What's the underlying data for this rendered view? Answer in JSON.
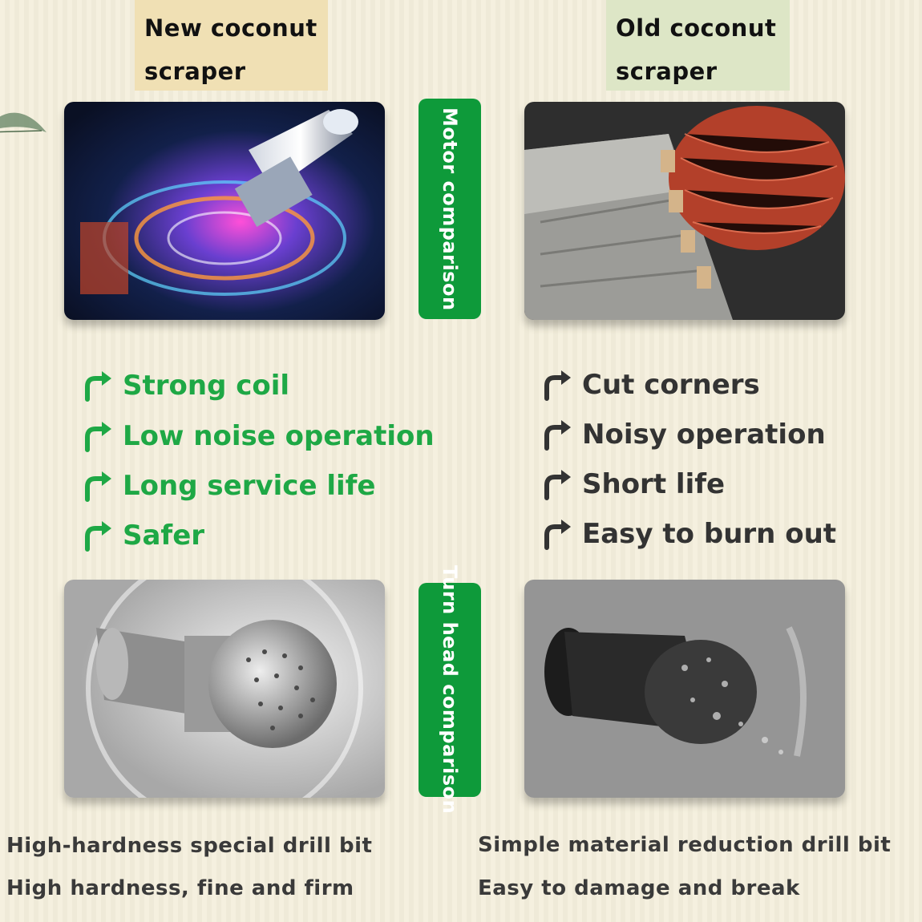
{
  "headers": {
    "new": [
      "New coconut",
      "scraper"
    ],
    "old": [
      "Old coconut",
      "scraper"
    ]
  },
  "badges": {
    "motor": "Motor comparison",
    "turn_head": "Turn head comparison"
  },
  "new_features": [
    "Strong coil",
    "Low noise operation",
    "Long service life",
    "Safer"
  ],
  "old_features": [
    "Cut corners",
    "Noisy operation",
    "Short life",
    "Easy to burn out"
  ],
  "captions": {
    "new": [
      "High-hardness special drill bit",
      "High hardness, fine and firm"
    ],
    "old": [
      "Simple material reduction drill bit",
      "Easy to damage and break"
    ]
  },
  "icons": {
    "good_feature": "curved-arrow-icon",
    "bad_feature": "curved-arrow-icon",
    "leaf": "leaf-icon"
  },
  "colors": {
    "background": "#f4efdc",
    "accent_green": "#0e9a3a",
    "good_text": "#1ea845",
    "bad_text": "#333333",
    "header_new": "#f0e0b4",
    "header_old": "#dde6c6"
  }
}
